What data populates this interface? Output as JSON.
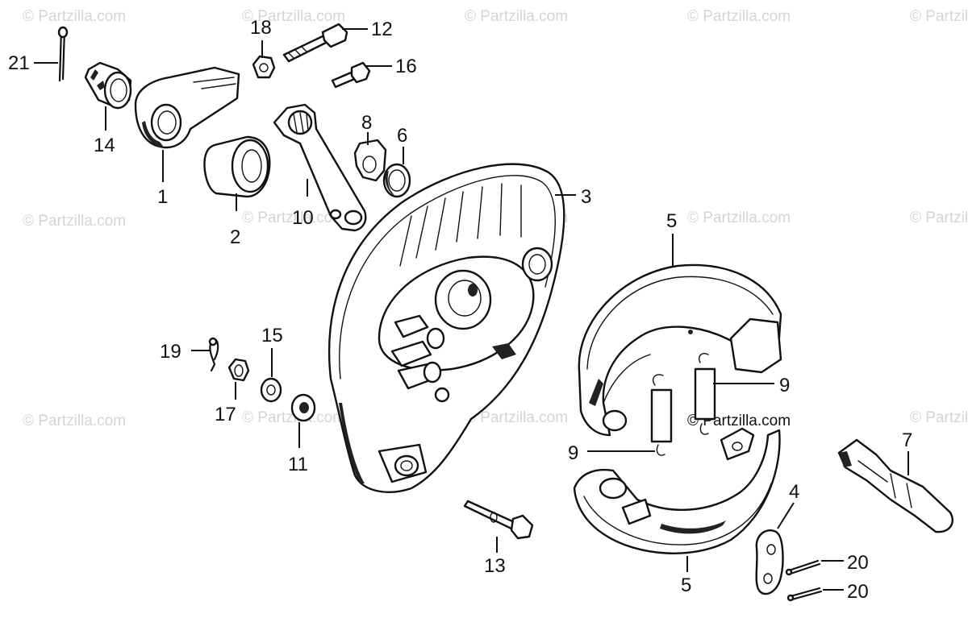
{
  "watermark": "© Partzilla.com",
  "watermark_strong": "© Partzilla.com",
  "callouts": {
    "c1": "1",
    "c2": "2",
    "c3": "3",
    "c4": "4",
    "c5a": "5",
    "c5b": "5",
    "c6": "6",
    "c7": "7",
    "c8": "8",
    "c9a": "9",
    "c9b": "9",
    "c10": "10",
    "c11": "11",
    "c12": "12",
    "c13": "13",
    "c14": "14",
    "c15": "15",
    "c16": "16",
    "c17": "17",
    "c18": "18",
    "c19": "19",
    "c20a": "20",
    "c20b": "20",
    "c21": "21"
  }
}
